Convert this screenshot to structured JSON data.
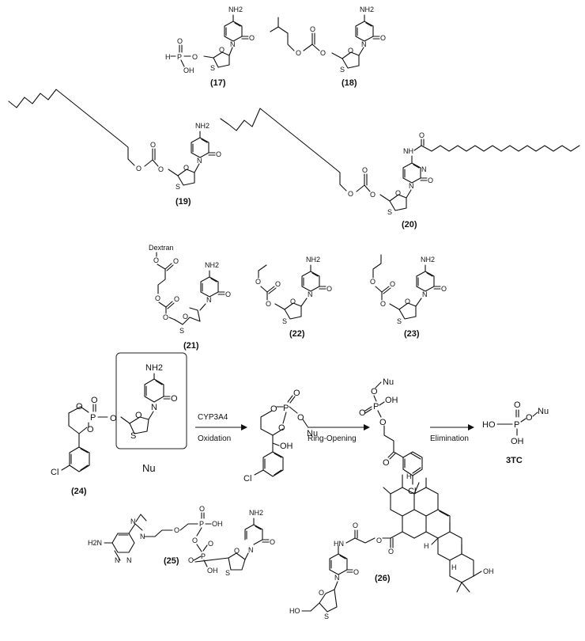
{
  "compounds": {
    "c17": {
      "label": "(17)",
      "atoms": {
        "nh2": "NH2",
        "o_oxo": "O",
        "n": "N",
        "o_ring": "O",
        "s": "S",
        "p": "P",
        "h": "H",
        "oh": "OH",
        "o_link": "O",
        "o_p": "O"
      }
    },
    "c18": {
      "label": "(18)",
      "atoms": {
        "nh2": "NH2",
        "o_oxo": "O",
        "n": "N",
        "o_ring": "O",
        "s": "S",
        "o1": "O",
        "o2": "O",
        "o3": "O"
      }
    },
    "c19": {
      "label": "(19)",
      "atoms": {
        "nh2": "NH2",
        "o_oxo": "O",
        "n": "N",
        "o_ring": "O",
        "s": "S",
        "o1": "O",
        "o2": "O",
        "o3": "O"
      }
    },
    "c20": {
      "label": "(20)",
      "atoms": {
        "nh": "NH",
        "o_amide": "O",
        "n": "N",
        "n2": "N",
        "o_oxo": "O",
        "o_ring": "O",
        "s": "S",
        "o1": "O",
        "o2": "O",
        "o3": "O"
      }
    },
    "c21": {
      "label": "(21)",
      "atoms": {
        "dextran": "Dextran",
        "nh2": "NH2",
        "o_oxo": "O",
        "n": "N",
        "o_ring": "O",
        "s": "S",
        "o1": "O",
        "o2": "O",
        "o3": "O",
        "o4": "O"
      }
    },
    "c22": {
      "label": "(22)",
      "atoms": {
        "nh2": "NH2",
        "o_oxo": "O",
        "n": "N",
        "o_ring": "O",
        "s": "S",
        "o1": "O",
        "o2": "O",
        "o3": "O"
      }
    },
    "c23": {
      "label": "(23)",
      "atoms": {
        "nh2": "NH2",
        "o_oxo": "O",
        "n": "N",
        "o_ring": "O",
        "s": "S",
        "o1": "O",
        "o2": "O",
        "o3": "O"
      }
    },
    "c24": {
      "label": "(24)",
      "nu": "Nu",
      "atoms": {
        "nh2": "NH2",
        "o_oxo": "O",
        "n": "N",
        "o_ring": "O",
        "s": "S",
        "p": "P",
        "o_p": "O",
        "o_r1": "O",
        "o_r2": "O",
        "o_link": "O",
        "cl": "Cl"
      }
    },
    "c25": {
      "label": "(25)",
      "atoms": {
        "h2n": "H2N",
        "n1": "N",
        "n2": "N",
        "n3": "N",
        "n4": "N",
        "o1": "O",
        "p1": "P",
        "o_p1": "O",
        "oh1": "OH",
        "o_br": "O",
        "p2": "P",
        "o_p2": "O",
        "oh2": "OH",
        "o_l": "O",
        "nh2": "NH2",
        "n5": "N",
        "o_oxo": "O",
        "o_ring": "O",
        "s": "S"
      }
    },
    "c26": {
      "label": "(26)",
      "atoms": {
        "hn": "HN",
        "o_am": "O",
        "o_es": "O",
        "o_c": "O",
        "oh": "OH",
        "n": "N",
        "o_oxo": "O",
        "ho": "HO",
        "o_ring": "O",
        "s": "S",
        "h1": "H",
        "h2": "H",
        "h3": "H"
      }
    }
  },
  "scheme": {
    "step1_top": "CYP3A4",
    "step1_bottom": "Oxidation",
    "step2": "Ring-Opening",
    "step3": "Elimination",
    "int1": {
      "o1": "O",
      "p": "P",
      "o2": "O",
      "o3": "O",
      "o4": "O",
      "nu": "Nu",
      "oh": "OH",
      "cl": "Cl"
    },
    "int2": {
      "nu": "Nu",
      "o1": "O",
      "p": "P",
      "oh": "OH",
      "o2": "O",
      "o3": "O",
      "o_ket": "O",
      "cl": "Cl"
    },
    "product": {
      "label": "3TC",
      "ho": "HO",
      "p": "P",
      "o_top": "O",
      "o_link": "O",
      "nu": "Nu",
      "oh": "OH"
    }
  }
}
